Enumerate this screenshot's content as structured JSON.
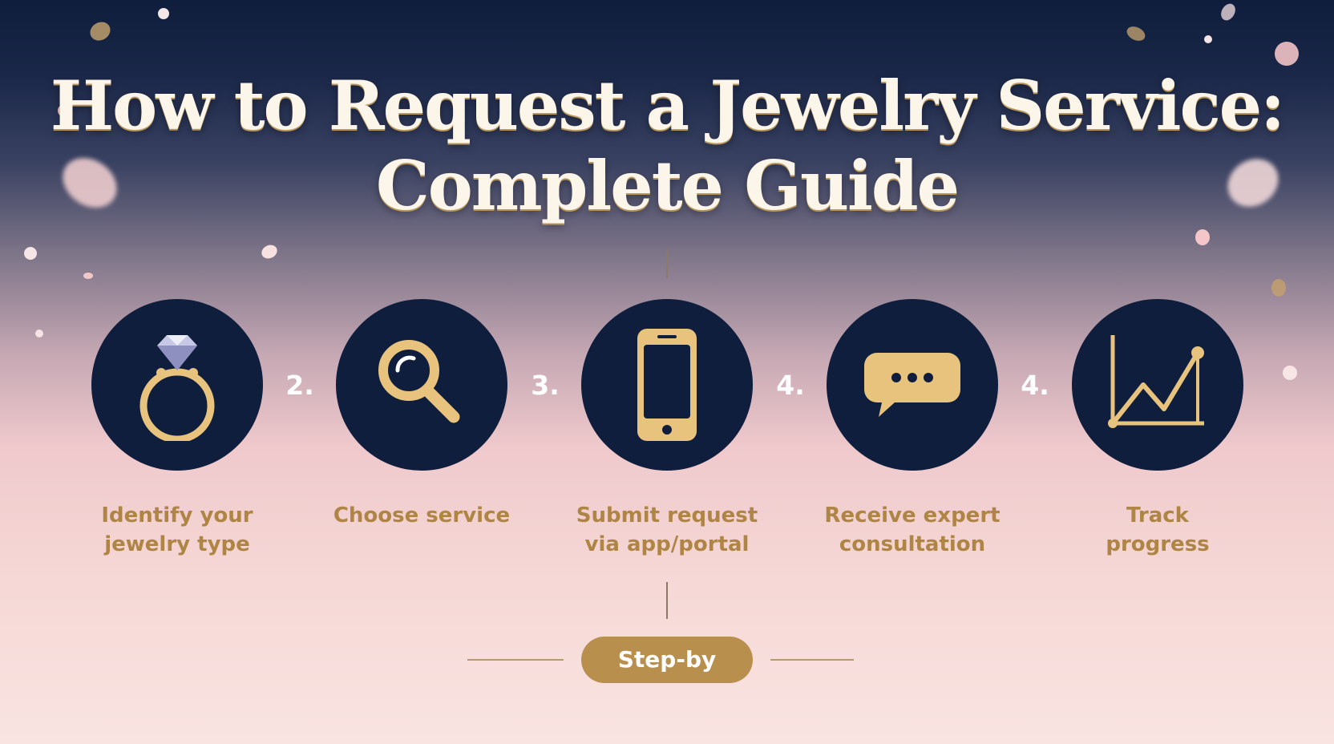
{
  "title": {
    "line1": "How to Request a Jewelry Service:",
    "line2": "Complete Guide"
  },
  "steps": [
    {
      "icon": "diamond-ring-icon",
      "label_line1": "Identify your",
      "label_line2": "jewelry type",
      "number": ""
    },
    {
      "icon": "magnifier-icon",
      "label_line1": "Choose service",
      "label_line2": "",
      "number": "2."
    },
    {
      "icon": "smartphone-icon",
      "label_line1": "Submit request",
      "label_line2": "via app/portal",
      "number": "3."
    },
    {
      "icon": "chat-bubble-icon",
      "label_line1": "Receive expert",
      "label_line2": "consultation",
      "number": "4."
    },
    {
      "icon": "line-chart-icon",
      "label_line1": "Track",
      "label_line2": "progress",
      "number": "4."
    }
  ],
  "footer": {
    "badge": "Step-by"
  },
  "colors": {
    "navy": "#0f1e3d",
    "gold": "#e8c37e",
    "label_gold": "#ae8545",
    "badge_gold": "#b98f4e"
  }
}
